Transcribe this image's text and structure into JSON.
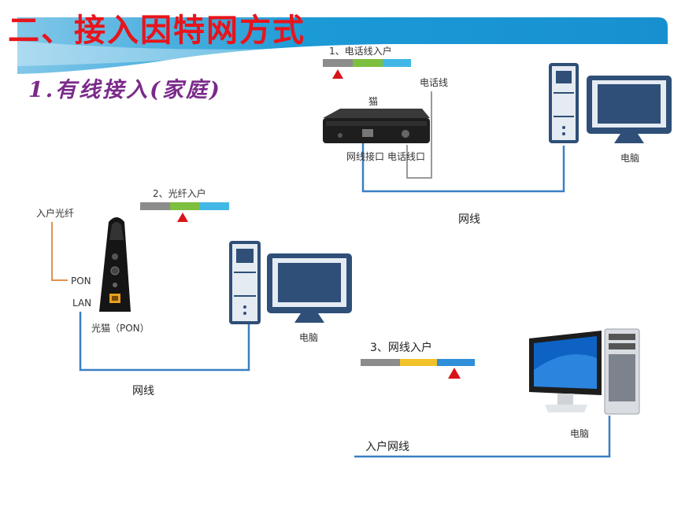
{
  "title": "二、接入因特网方式",
  "subtitle": "1.有线接入(家庭)",
  "colors": {
    "title": "#e8141b",
    "subtitle": "#7a2a8a",
    "banner": "#1b9ad6",
    "bar_gray": "#8c8c8c",
    "bar_green": "#7dbf3f",
    "bar_cyan": "#41b8e6",
    "bar_yellow": "#f2c22b",
    "bar_blue": "#2f8fd8",
    "marker": "#d8141a",
    "wire_blue": "#3a7fc4",
    "wire_orange": "#e0924a"
  },
  "section1": {
    "heading": "1、电话线入户",
    "modem_label": "猫",
    "phone_wire_label": "电话线",
    "port_net": "网线接口",
    "port_phone": "电话线口",
    "computer_label": "电脑",
    "cable_label": "网线"
  },
  "section2": {
    "heading": "2、光纤入户",
    "fiber_label": "入户光纤",
    "pon_label": "PON",
    "lan_label": "LAN",
    "device_label": "光猫（PON）",
    "computer_label": "电脑",
    "cable_label": "网线"
  },
  "section3": {
    "heading": "3、网线入户",
    "computer_label": "电脑",
    "cable_label": "入户网线"
  }
}
